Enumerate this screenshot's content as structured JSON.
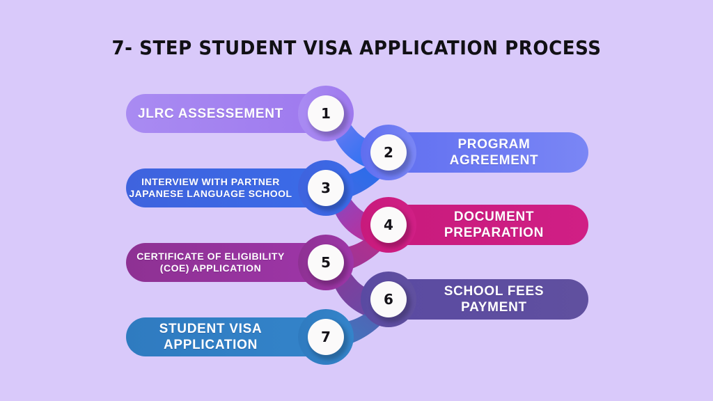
{
  "title": "7- STEP STUDENT VISA APPLICATION PROCESS",
  "background_color": "#D9C9FA",
  "steps": [
    {
      "number": "1",
      "label": "JLRC ASSESSEMENT",
      "side": "left",
      "color_start": "#A98BF2",
      "color_end": "#9F7BEF",
      "text_size": "lg"
    },
    {
      "number": "2",
      "label": "PROGRAM\nAGREEMENT",
      "side": "right",
      "color_start": "#6E7BF2",
      "color_end": "#7A86F5",
      "text_size": "lg"
    },
    {
      "number": "3",
      "label": "INTERVIEW WITH PARTNER\nJAPANESE LANGUAGE SCHOOL",
      "side": "left",
      "color_start": "#3F63DE",
      "color_end": "#3A69E6",
      "text_size": "sm"
    },
    {
      "number": "4",
      "label": "DOCUMENT\nPREPARATION",
      "side": "right",
      "color_start": "#CC1C80",
      "color_end": "#D01F85",
      "text_size": "lg"
    },
    {
      "number": "5",
      "label": "CERTIFICATE OF ELIGIBILITY\n(COE) APPLICATION",
      "side": "left",
      "color_start": "#8E3193",
      "color_end": "#9C36A6",
      "text_size": "sm"
    },
    {
      "number": "6",
      "label": "SCHOOL FEES\nPAYMENT",
      "side": "right",
      "color_start": "#5C4BA6",
      "color_end": "#60509F",
      "text_size": "lg"
    },
    {
      "number": "7",
      "label": "STUDENT VISA\nAPPLICATION",
      "side": "left",
      "color_start": "#2F7BC0",
      "color_end": "#3383C9",
      "text_size": "lg"
    }
  ],
  "connectors": [
    {
      "from": "1",
      "to": "2",
      "color_start": "#8E8DF0",
      "color_end": "#1470F0"
    },
    {
      "from": "2",
      "to": "3",
      "color_start": "#1470F0",
      "color_end": "#3F63DE"
    },
    {
      "from": "3",
      "to": "4",
      "color_start": "#5B54C8",
      "color_end": "#D01F85"
    },
    {
      "from": "4",
      "to": "5",
      "color_start": "#C02080",
      "color_end": "#8E3193"
    },
    {
      "from": "5",
      "to": "6",
      "color_start": "#8E3193",
      "color_end": "#5C4BA6"
    },
    {
      "from": "6",
      "to": "7",
      "color_start": "#5C4BA6",
      "color_end": "#2F7BC0"
    }
  ],
  "circle_fill": "#FBFAFA",
  "number_color": "#141218"
}
